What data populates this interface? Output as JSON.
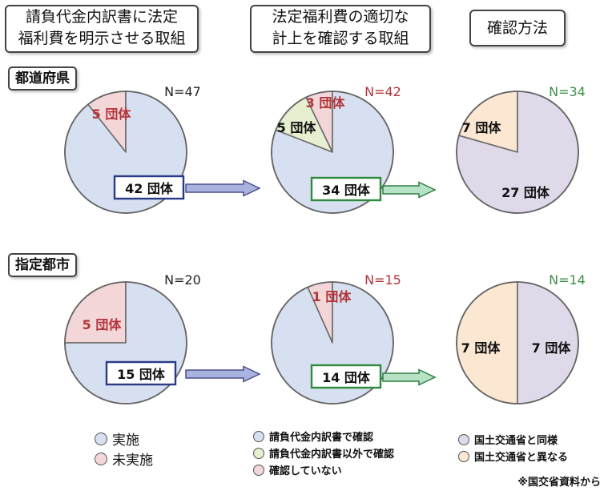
{
  "headers": [
    {
      "lines": [
        "請負代金内訳書に法定",
        "福利費を明示させる取組"
      ]
    },
    {
      "lines": [
        "法定福利費の適切な",
        "計上を確認する取組"
      ]
    },
    {
      "lines": [
        "確認方法"
      ]
    }
  ],
  "sections": [
    {
      "label": "都道府県"
    },
    {
      "label": "指定都市"
    }
  ],
  "colors": {
    "blue": "#d7e0f0",
    "pink": "#f3d6d8",
    "green": "#e6efcf",
    "purple": "#e0d9ea",
    "orange": "#fbe7d2",
    "text_red": "#b3343a",
    "text_green": "#3f8f4a",
    "arrow_blue": "#a9b3e0",
    "arrow_green": "#b8e2c5"
  },
  "chart_data": [
    {
      "type": "pie",
      "n_label": "N=47",
      "n_color": "#222222",
      "slices": [
        {
          "label": "5 団体",
          "value": 5,
          "color": "#f3d6d8",
          "text_color": "#b3343a"
        },
        {
          "label": "42 団体",
          "value": 42,
          "color": "#d7e0f0",
          "text_color": "#111111",
          "boxed": true,
          "box_color": "#2b3a88"
        }
      ]
    },
    {
      "type": "pie",
      "n_label": "N=42",
      "n_color": "#b3343a",
      "slices": [
        {
          "label": "3 団体",
          "value": 3,
          "color": "#f3d6d8",
          "text_color": "#b3343a"
        },
        {
          "label": "5 団体",
          "value": 5,
          "color": "#e6efcf",
          "text_color": "#111111"
        },
        {
          "label": "34 団体",
          "value": 34,
          "color": "#d7e0f0",
          "text_color": "#111111",
          "boxed": true,
          "box_color": "#2e8b3e"
        }
      ]
    },
    {
      "type": "pie",
      "n_label": "N=34",
      "n_color": "#3f8f4a",
      "slices": [
        {
          "label": "7 団体",
          "value": 7,
          "color": "#fbe7d2",
          "text_color": "#111111"
        },
        {
          "label": "27 団体",
          "value": 27,
          "color": "#e0d9ea",
          "text_color": "#111111"
        }
      ]
    },
    {
      "type": "pie",
      "n_label": "N=20",
      "n_color": "#222222",
      "slices": [
        {
          "label": "5 団体",
          "value": 5,
          "color": "#f3d6d8",
          "text_color": "#b3343a"
        },
        {
          "label": "15 団体",
          "value": 15,
          "color": "#d7e0f0",
          "text_color": "#111111",
          "boxed": true,
          "box_color": "#2b3a88"
        }
      ]
    },
    {
      "type": "pie",
      "n_label": "N=15",
      "n_color": "#b3343a",
      "slices": [
        {
          "label": "1 団体",
          "value": 1,
          "color": "#f3d6d8",
          "text_color": "#b3343a"
        },
        {
          "label": "14 団体",
          "value": 14,
          "color": "#d7e0f0",
          "text_color": "#111111",
          "boxed": true,
          "box_color": "#2e8b3e"
        }
      ]
    },
    {
      "type": "pie",
      "n_label": "N=14",
      "n_color": "#3f8f4a",
      "slices": [
        {
          "label": "7 団体",
          "value": 7,
          "color": "#fbe7d2",
          "text_color": "#111111"
        },
        {
          "label": "7 団体",
          "value": 7,
          "color": "#e0d9ea",
          "text_color": "#111111"
        }
      ]
    }
  ],
  "legends": [
    {
      "items": [
        {
          "label": "実施",
          "color": "#d7e0f0"
        },
        {
          "label": "未実施",
          "color": "#f3d6d8"
        }
      ]
    },
    {
      "items": [
        {
          "label": "請負代金内訳書で確認",
          "color": "#d7e0f0"
        },
        {
          "label": "請負代金内訳書以外で確認",
          "color": "#e6efcf"
        },
        {
          "label": "確認していない",
          "color": "#f3d6d8"
        }
      ]
    },
    {
      "items": [
        {
          "label": "国土交通省と同様",
          "color": "#e0d9ea"
        },
        {
          "label": "国土交通省と異なる",
          "color": "#fbe7d2"
        }
      ]
    }
  ],
  "source_note": "※国交省資料から"
}
